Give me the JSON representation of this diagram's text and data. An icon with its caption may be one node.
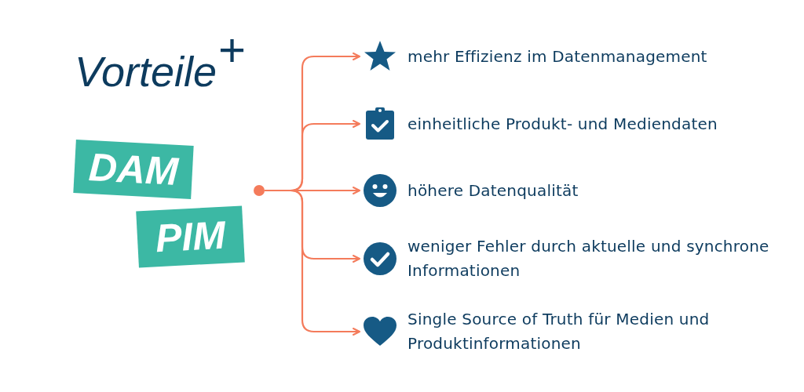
{
  "diagram": {
    "title": "Vorteile$^{+}$",
    "nodes": [
      {
        "text": [
          "DAM"
        ]
      },
      {
        "text": [
          "PIM"
        ]
      },
      {
        "text": [],
        "shape": "circle"
      },
      {
        "text": [
          "mehr Effizienz im Datenmanagement"
        ]
      },
      {
        "text": [
          "einheitliche Produkt- und Mediendaten"
        ]
      },
      {
        "text": [
          "höhere Datenqualität"
        ]
      },
      {
        "text": [
          "weniger Fehler durch aktuelle und synchrone Informationen"
        ]
      },
      {
        "text": [
          "Single Source of Truth für Medien und Produktinformationen"
        ]
      }
    ],
    "edges": [
      {
        "from": 2,
        "to": 3,
        "arrow": "to"
      },
      {
        "from": 2,
        "to": 4,
        "arrow": "to"
      },
      {
        "from": 2,
        "to": 5,
        "arrow": "to"
      },
      {
        "from": 2,
        "to": 6,
        "arrow": "to"
      },
      {
        "from": 2,
        "to": 7,
        "arrow": "to"
      }
    ]
  }
}
